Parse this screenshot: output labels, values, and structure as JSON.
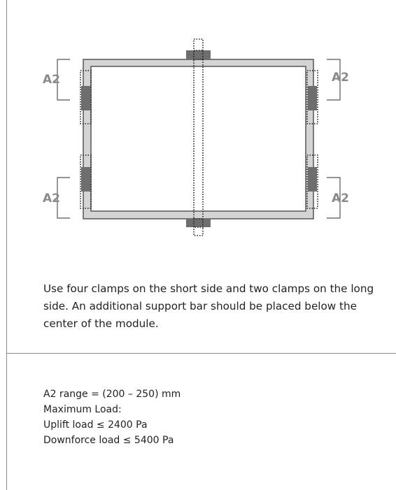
{
  "diagram": {
    "labels": {
      "top_left": "A2",
      "top_right": "A2",
      "bottom_left": "A2",
      "bottom_right": "A2"
    },
    "colors": {
      "frame": "#d4d4d4",
      "clamp": "#6e6e6e",
      "outline": "#555555",
      "label": "#8a8a8a"
    }
  },
  "description": "Use four clamps on the short side and two clamps on the long side. An additional support bar should be placed below the center of the module.",
  "specs": {
    "range": "A2 range = (200 – 250) mm",
    "max_load_title": "Maximum Load:",
    "uplift": "Uplift load ≤ 2400 Pa",
    "downforce": "Downforce load ≤ 5400 Pa"
  }
}
